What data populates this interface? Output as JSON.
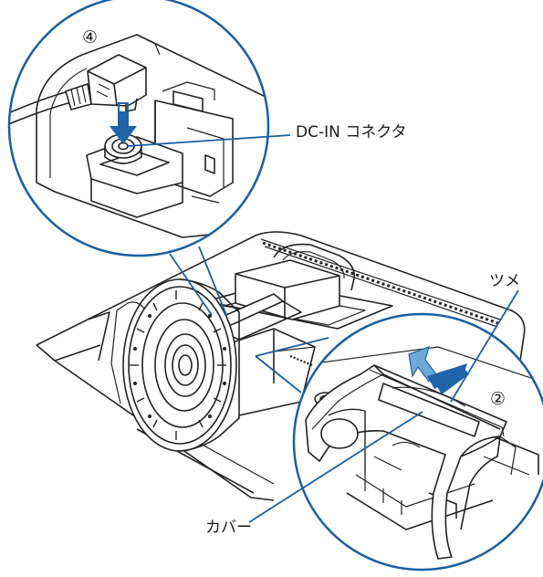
{
  "callouts": {
    "dc_in": "DC-IN コネクタ",
    "tab": "ツメ",
    "cover": "カバー"
  },
  "steps": {
    "step4": "④",
    "step2": "②"
  },
  "colors": {
    "circle_line": "#1a5fa0",
    "arrow_fill": "#1d64a8",
    "arrow_light": "#6ea9d8",
    "line_art": "#222222"
  }
}
